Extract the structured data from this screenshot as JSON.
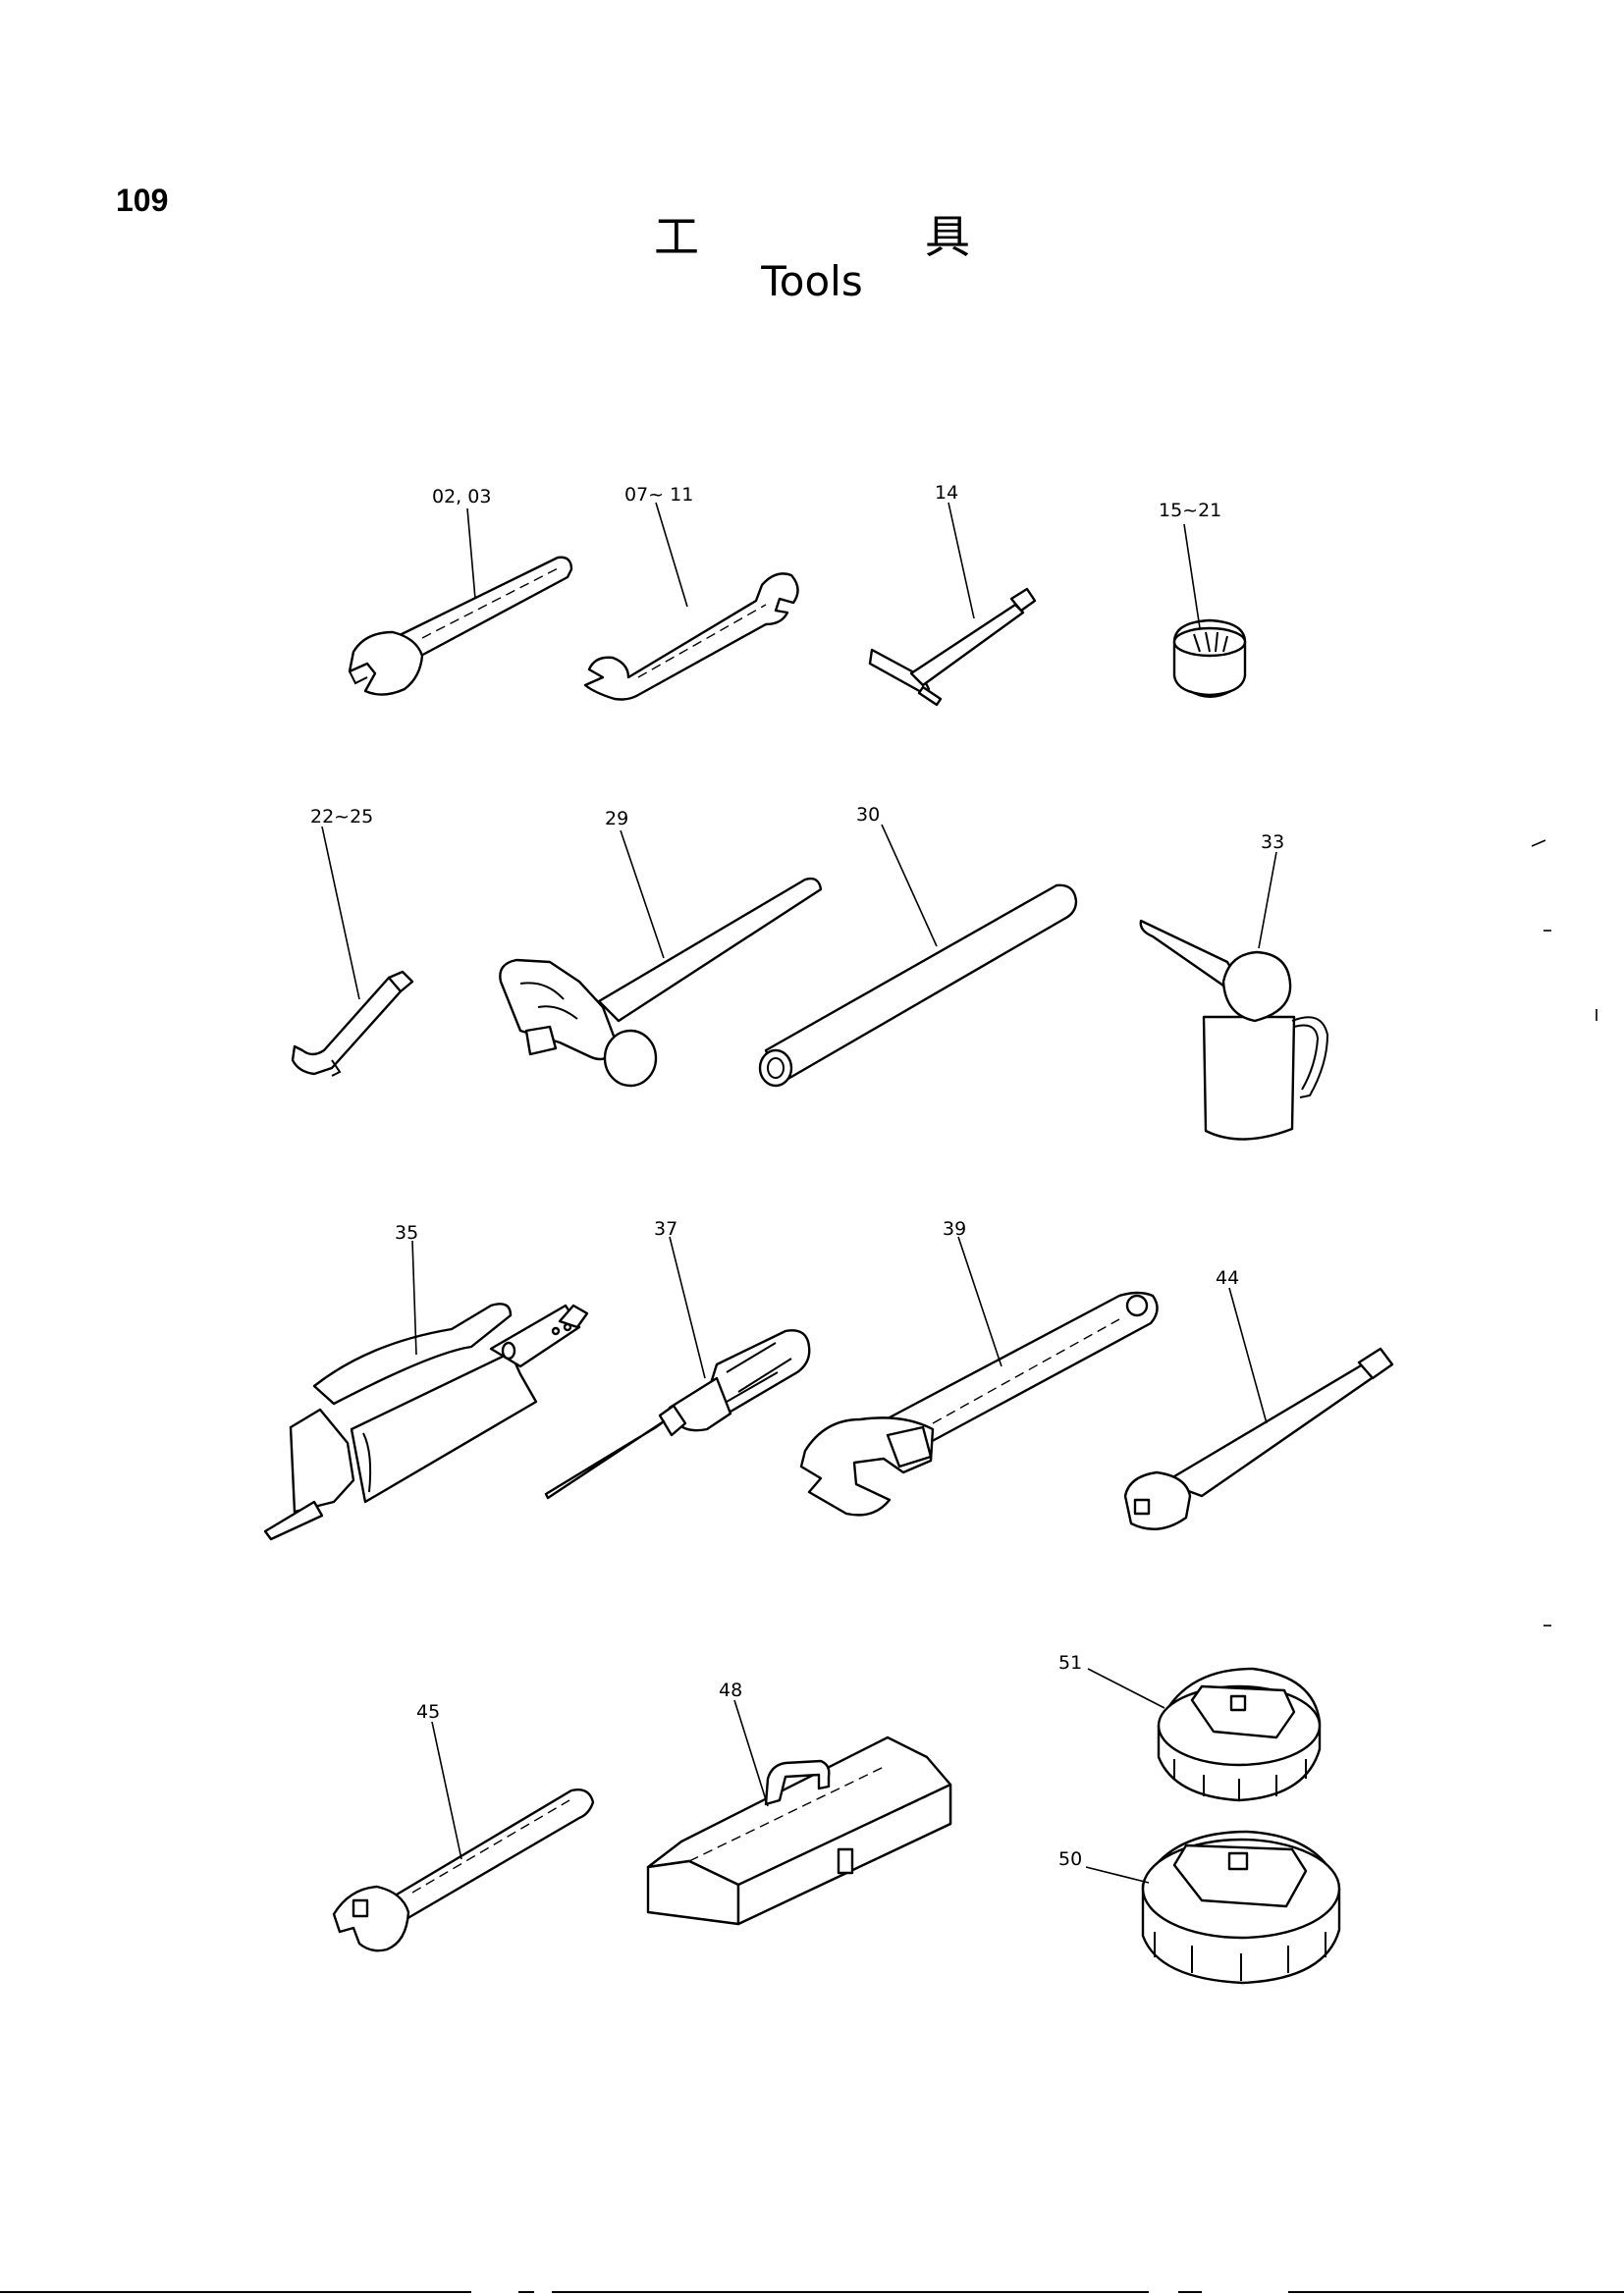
{
  "header": {
    "page_number": "109",
    "title_jp": "工具",
    "title_en": "Tools"
  },
  "callouts": {
    "c0203": "02, 03",
    "c0711": "07~ 11",
    "c14": "14",
    "c1521": "15~21",
    "c2225": "22~25",
    "c29": "29",
    "c30": "30",
    "c33": "33",
    "c35": "35",
    "c37": "37",
    "c39": "39",
    "c44": "44",
    "c45": "45",
    "c48": "48",
    "c51": "51",
    "c50": "50"
  }
}
